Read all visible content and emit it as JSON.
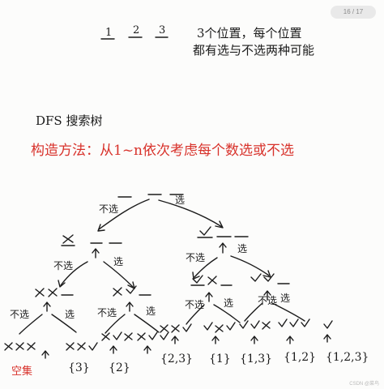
{
  "viewer": {
    "page_indicator": "16 / 17"
  },
  "header": {
    "positions": [
      "1",
      "2",
      "3"
    ],
    "line1": "3个位置，每个位置",
    "line2": "都有选与不选两种可能"
  },
  "section": {
    "title": "DFS 搜索树",
    "method": "构造方法：从1~n依次考虑每个数选或不选"
  },
  "tree": {
    "choose_label": "选",
    "skip_label": "不选",
    "leaves": [
      "空集",
      "{3}",
      "{2}",
      "{2,3}",
      "{1}",
      "{1,3}",
      "{1,2}",
      "{1,2,3}"
    ]
  },
  "footer": {
    "watermark": "CSDN @菜鸟"
  }
}
